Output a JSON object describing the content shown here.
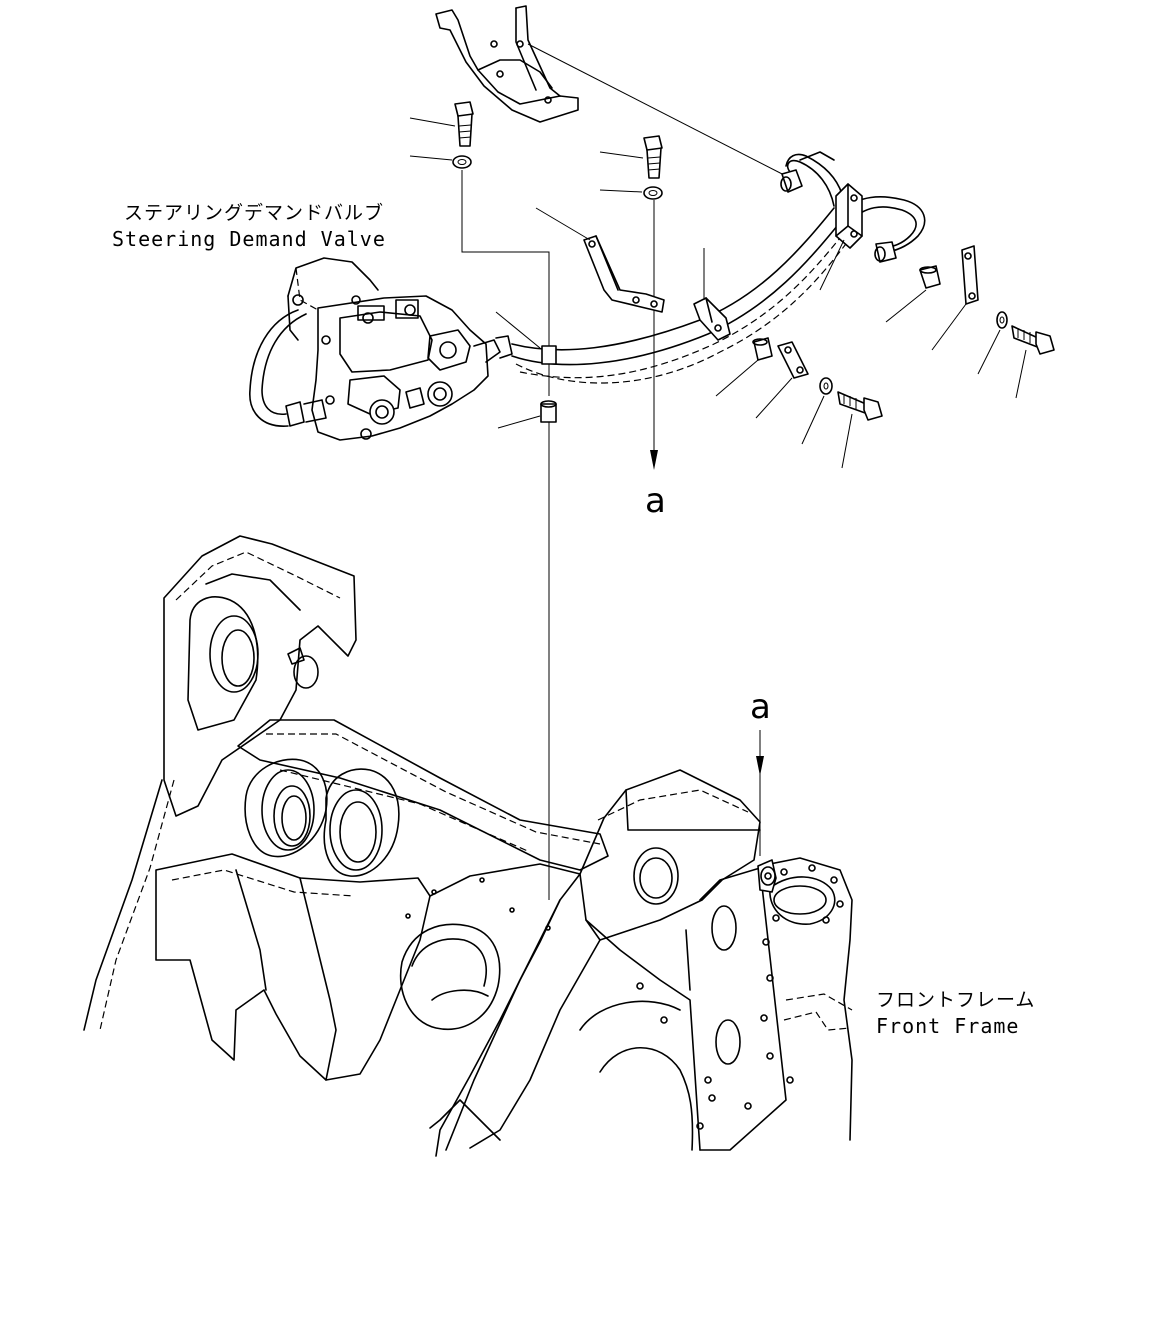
{
  "labels": {
    "steering_demand_valve_jp": "ステアリングデマンドバルブ",
    "steering_demand_valve_en": "Steering Demand Valve",
    "front_frame_jp": "フロントフレーム",
    "front_frame_en": "Front Frame",
    "view_ref_top": "a",
    "view_ref_bottom": "a"
  },
  "colors": {
    "line": "#000000",
    "background": "#ffffff"
  }
}
